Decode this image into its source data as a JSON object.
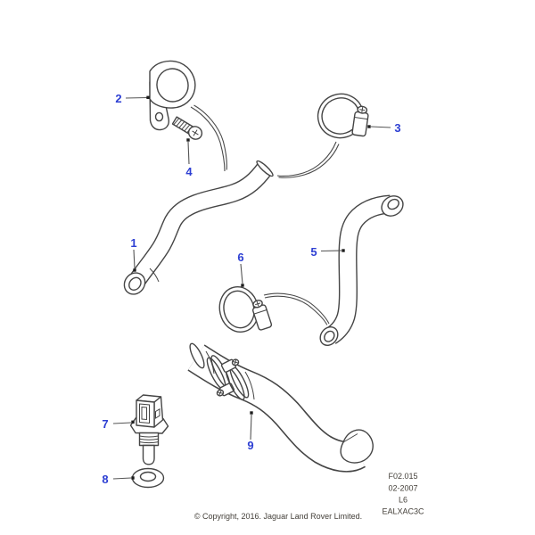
{
  "callouts": [
    {
      "number": "1"
    },
    {
      "number": "2"
    },
    {
      "number": "3"
    },
    {
      "number": "4"
    },
    {
      "number": "5"
    },
    {
      "number": "6"
    },
    {
      "number": "7"
    },
    {
      "number": "8"
    },
    {
      "number": "9"
    }
  ],
  "figure_info": {
    "lines": [
      "F02.015",
      "02-2007",
      "L6",
      "EALXAC3C"
    ]
  },
  "footer": {
    "copyright": "© Copyright, 2016. Jaguar Land Rover Limited."
  },
  "colors": {
    "callout_blue": "#2d3fd3",
    "drawing_line": "#454545",
    "leader_line": "#555555",
    "meta_text": "#44403a",
    "background": "#ffffff"
  }
}
